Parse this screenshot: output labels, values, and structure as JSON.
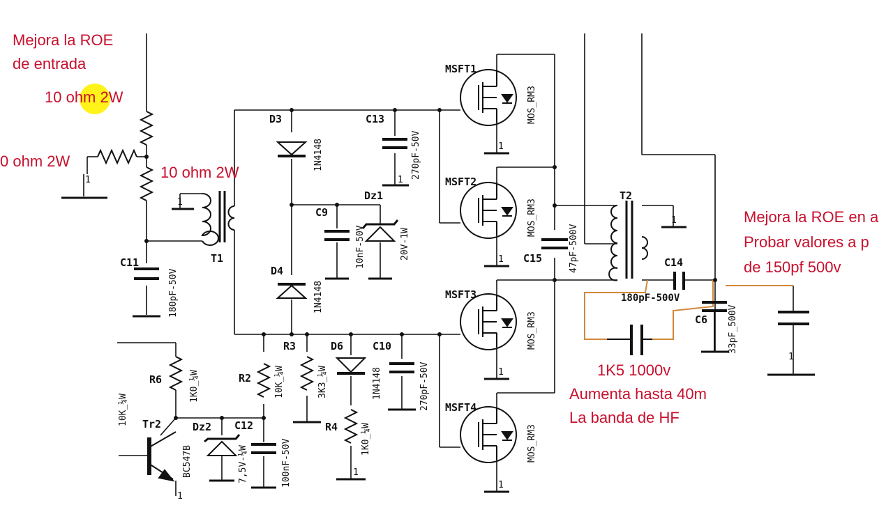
{
  "annotations": {
    "roe_input_1": "Mejora la ROE",
    "roe_input_2": "de entrada",
    "r_top": "10 ohm 2W",
    "r_left": "0 ohm 2W",
    "r_bottom": "10 ohm 2W",
    "roe_out_1": "Mejora la ROE en a",
    "roe_out_2": "Probar valores a p",
    "roe_out_3": "de 150pf 500v",
    "cap_1": "1K5 1000v",
    "cap_2": "Aumenta hasta 40m",
    "cap_3": "La banda de HF"
  },
  "components": {
    "D3": "D3",
    "D3_val": "1N4148",
    "C13": "C13",
    "C13_val": "270pF-50V",
    "Dz1": "Dz1",
    "Dz1_val": "20V-1W",
    "C9": "C9",
    "C9_val": "10nF-50V",
    "D4": "D4",
    "D4_val": "1N4148",
    "C11": "C11",
    "C11_val": "180pF-50V",
    "T1": "T1",
    "T2": "T2",
    "MSFT1": "MSFT1",
    "MSFT2": "MSFT2",
    "MSFT3": "MSFT3",
    "MSFT4": "MSFT4",
    "mos_type": "MOS_RM3",
    "C15": "C15",
    "C15_val": "47pF-500V",
    "C14": "C14",
    "C14_val": "180pF-500V",
    "C6": "C6",
    "C6_val": "33pF_500V",
    "R3": "R3",
    "R3_val": "3K3_¼W",
    "D6": "D6",
    "D6_val": "1N4148",
    "C10": "C10",
    "C10_val": "270pF-50V",
    "R6": "R6",
    "R6_val": "1K0_¼W",
    "R2": "R2",
    "R2_val": "10K_¼W",
    "R4": "R4",
    "R4_val": "1K0_¼W",
    "Tr2": "Tr2",
    "Tr2_val": "BC547B",
    "Dz2": "Dz2",
    "Dz2_val": "7,5V-¼W",
    "C12": "C12",
    "C12_val": "100nF-50V",
    "Rb_val": "10K_¼W",
    "pin": "1"
  },
  "colors": {
    "annotation": "#c8102e",
    "added_wire": "#d2883a",
    "highlight": "#fff200"
  }
}
